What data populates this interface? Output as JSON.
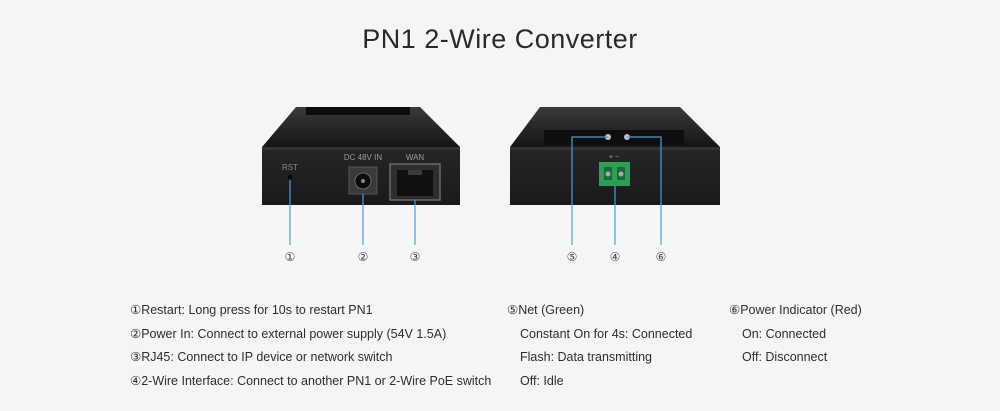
{
  "title": "PN1 2-Wire Converter",
  "device_labels": {
    "rst": "RST",
    "dc": "DC 48V IN",
    "wan": "WAN"
  },
  "markers": [
    "①",
    "②",
    "③",
    "⑤",
    "④",
    "⑥"
  ],
  "legend_left": [
    "①Restart: Long press for 10s to restart PN1",
    "②Power In: Connect to external power supply (54V 1.5A)",
    "③RJ45: Connect to IP device or network switch",
    "④2-Wire Interface: Connect to another PN1 or 2-Wire PoE switch"
  ],
  "legend_middle": {
    "heading": "⑤Net (Green)",
    "items": [
      "Constant On for 4s: Connected",
      "Flash: Data transmitting",
      "Off: Idle"
    ]
  },
  "legend_right": {
    "heading": "⑥Power Indicator (Red)",
    "items": [
      "On: Connected",
      "Off: Disconnect"
    ]
  },
  "colors": {
    "accent_line": "#3fa3de",
    "device": "#1c1c1c",
    "terminal": "#2e9e55"
  }
}
